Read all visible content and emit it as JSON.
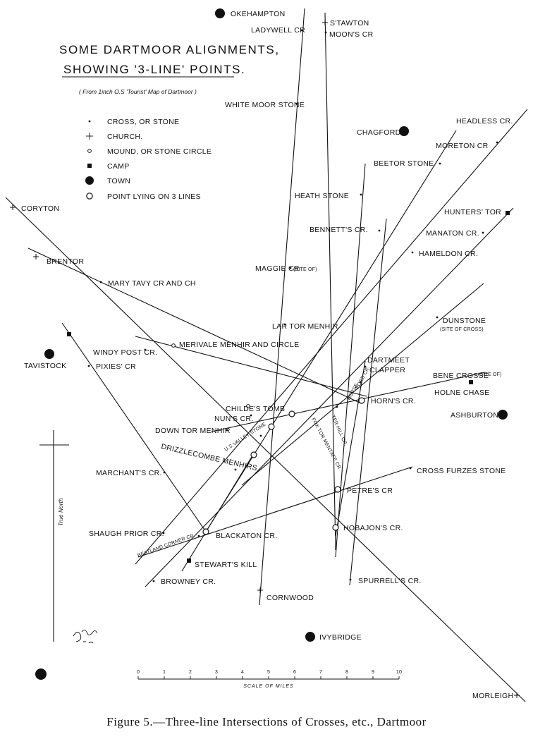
{
  "title": {
    "line1": "SOME DARTMOOR ALIGNMENTS,",
    "line2": "SHOWING '3-LINE' POINTS.",
    "source": "( From 1inch O.S 'Tourist' Map of Dartmoor )"
  },
  "legend": [
    {
      "symbol": "dot",
      "label": "CROSS, OR STONE"
    },
    {
      "symbol": "plus",
      "label": "CHURCH."
    },
    {
      "symbol": "ring",
      "label": "MOUND, OR STONE CIRCLE"
    },
    {
      "symbol": "square",
      "label": "CAMP"
    },
    {
      "symbol": "disc",
      "label": "TOWN"
    },
    {
      "symbol": "bigring",
      "label": "POINT LYING ON 3 LINES"
    }
  ],
  "places": {
    "okehampton": "OKEHAMPTON",
    "stawton": "S'TAWTON",
    "ladywell": "LADYWELL CR",
    "moons": "MOON'S CR",
    "whitemoor": "WHITE MOOR STONE",
    "headless": "HEADLESS CR.",
    "chagford": "CHAGFORD",
    "moreton": "MORETON CR",
    "beetor": "BEETOR STONE",
    "coryton": "CORYTON",
    "heath": "HEATH STONE",
    "hunters": "HUNTERS' TOR",
    "bennetts": "BENNETT'S CR.",
    "manaton": "MANATON CR.",
    "hameldon": "HAMELDON CR.",
    "brentor": "BRENTOR",
    "maggie": "MAGGIE CR",
    "maggie_note": "(SITE OF)",
    "marytavy": "MARY TAVY CR AND CH",
    "dunstone": "DUNSTONE",
    "dunstone_note": "(SITE OF CROSS)",
    "lartor": "LAR TOR MENHIR",
    "merivale": "MERIVALE MENHIR AND CIRCLE",
    "dartmeet1": "DARTMEET",
    "dartmeet2": "CLAPPER",
    "tavistock": "TAVISTOCK",
    "windypost": "WINDY POST CR.",
    "pixies": "PIXIES' CR",
    "benecrosse": "BENE CROSSE",
    "benecrosse_note": "(SITE OF)",
    "holnechase": "HOLNE CHASE",
    "horse": "HORSE",
    "ford": "FORD CR.",
    "childes": "CHILDE'S TOMB",
    "nuns": "NUN'S CR.",
    "horns": "HORN'S CR.",
    "ashburton": "ASHBURTON",
    "downtor": "DOWN TOR MENHIR",
    "usvalley": "U.S VALLEY STONE",
    "terhill": "TER HILL CR.",
    "foxtor": "FOX TOR MENTAFE CR.",
    "drizzle": "DRIZZLECOMBE MENHIRS",
    "marchants": "MARCHANT'S CR.",
    "crossfurzes": "CROSS FURZES STONE",
    "petres": "PETRE'S CR",
    "shaugh": "SHAUGH PRIOR CR.",
    "blackaton": "BLACKATON CR.",
    "hobajons": "HOBAJON'S CR.",
    "beatland": "BEATLAND CORNER CR.",
    "stewarts": "STEWART'S KILL",
    "browney": "BROWNEY CR.",
    "spurrells": "SPURRELL'S CR.",
    "cornwood": "CORNWOOD",
    "ivybridge": "IVYBRIDGE",
    "morleigh": "MORLEIGH"
  },
  "compass": {
    "label": "True North"
  },
  "scale": {
    "ticks": [
      "0",
      "1",
      "2",
      "3",
      "4",
      "5",
      "6",
      "7",
      "8",
      "9",
      "10"
    ],
    "label": "SCALE OF MILES"
  },
  "signature": "date '18",
  "caption": "Figure 5.—Three-line Intersections of Crosses, etc., Dartmoor"
}
